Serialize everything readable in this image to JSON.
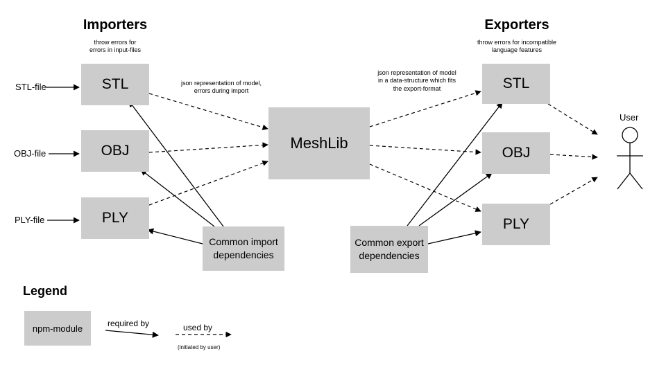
{
  "importers": {
    "title": "Importers",
    "note_line1": "throw errors for",
    "note_line2": "errors in input-files",
    "modules": [
      "STL",
      "OBJ",
      "PLY"
    ],
    "files": [
      "STL-file",
      "OBJ-file",
      "PLY-file"
    ]
  },
  "exporters": {
    "title": "Exporters",
    "note_line1": "throw errors for incompatible",
    "note_line2": "language features",
    "modules": [
      "STL",
      "OBJ",
      "PLY"
    ]
  },
  "meshlib": {
    "label": "MeshLib"
  },
  "common_import": {
    "line1": "Common import",
    "line2": "dependencies"
  },
  "common_export": {
    "line1": "Common export",
    "line2": "dependencies"
  },
  "annotations": {
    "import_line1": "json representation of model,",
    "import_line2": "errors during import",
    "export_line1": "json representation of model",
    "export_line2": "in a data-structure which fits",
    "export_line3": "the export-format"
  },
  "user": {
    "label": "User"
  },
  "legend": {
    "title": "Legend",
    "module_label": "npm-module",
    "required_by": "required by",
    "used_by": "used by",
    "initiated": "(initiated by user)"
  },
  "colors": {
    "box_fill": "#cccccc",
    "line": "#000000"
  }
}
